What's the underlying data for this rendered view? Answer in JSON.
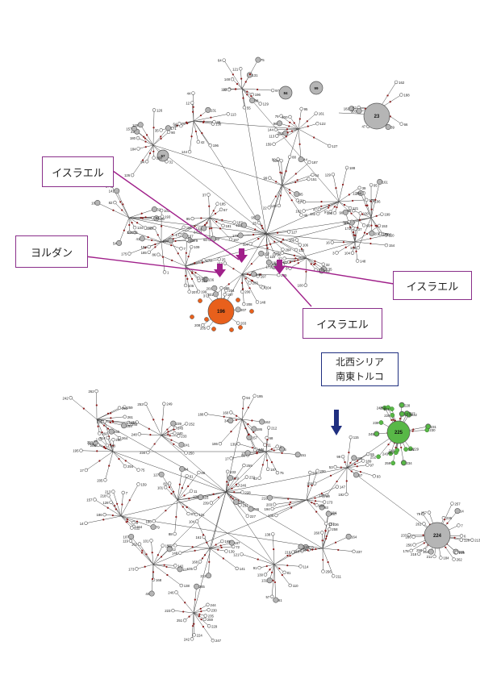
{
  "callouts": {
    "israel_1": "イスラエル",
    "jordan": "ヨルダン",
    "israel_2": "イスラエル",
    "israel_3": "イスラエル",
    "syria_turkey_line1": "北西シリア",
    "syria_turkey_line2": "南東トルコ"
  },
  "colors": {
    "orange_cluster": "#e8601c",
    "green_cluster": "#58b847",
    "gray_node": "#b5b5b5",
    "node_stroke": "#555555",
    "edge": "#444444",
    "junction": "#8b1a1a",
    "arrow_magenta": "#a0208a",
    "arrow_blue": "#1f2f80"
  },
  "hubs": {
    "top_gray_23": "23",
    "top_gray_84": "84",
    "top_gray_99": "99",
    "top_gray_57": "57",
    "orange_196": "196",
    "green_225": "225",
    "bottom_gray_224": "224"
  },
  "node_labels_top": [
    "173",
    "115",
    "132",
    "114",
    "25",
    "199",
    "109",
    "106",
    "284",
    "96",
    "95",
    "127",
    "161",
    "79",
    "200",
    "202",
    "159",
    "122",
    "144",
    "113",
    "44",
    "130",
    "42",
    "12",
    "26",
    "37",
    "35",
    "64",
    "131",
    "196",
    "75",
    "137",
    "40",
    "55",
    "88",
    "148",
    "129",
    "97",
    "121",
    "105",
    "47",
    "39",
    "66",
    "57",
    "162",
    "182",
    "188",
    "103",
    "175",
    "7",
    "179",
    "198",
    "41",
    "167",
    "185",
    "1",
    "181",
    "60",
    "123",
    "37",
    "67",
    "82",
    "167",
    "187",
    "64",
    "95",
    "99",
    "120",
    "46",
    "88",
    "99",
    "151",
    "22",
    "31",
    "126",
    "171",
    "90",
    "168",
    "126",
    "157",
    "184",
    "94",
    "180",
    "129",
    "17",
    "134",
    "193",
    "16",
    "54",
    "82",
    "32",
    "141",
    "135",
    "176",
    "162",
    "9",
    "183",
    "189",
    "51",
    "100",
    "172",
    "37",
    "104",
    "180",
    "16",
    "154",
    "90",
    "110",
    "148",
    "153",
    "3",
    "204",
    "205",
    "206",
    "208",
    "201",
    "203",
    "207",
    "197",
    "136",
    "86"
  ],
  "node_labels_bottom": [
    "246",
    "229",
    "259",
    "230",
    "226",
    "227",
    "228",
    "231",
    "232",
    "233",
    "234",
    "239",
    "240",
    "241",
    "243",
    "245",
    "248",
    "249",
    "250",
    "252",
    "253",
    "254",
    "225",
    "214",
    "195",
    "208",
    "205",
    "75",
    "17",
    "1",
    "5",
    "151",
    "80",
    "68",
    "43",
    "27",
    "212",
    "139",
    "187",
    "148",
    "72",
    "165",
    "161",
    "104",
    "105",
    "141",
    "168",
    "162",
    "107",
    "119",
    "117",
    "40",
    "101",
    "12",
    "138",
    "157",
    "173",
    "203",
    "147",
    "200",
    "210",
    "194",
    "191",
    "53",
    "99",
    "93",
    "97",
    "55",
    "192",
    "150",
    "185",
    "189",
    "57",
    "115",
    "138",
    "110",
    "121",
    "130",
    "114",
    "118",
    "91",
    "81",
    "61",
    "131",
    "116",
    "86",
    "87",
    "88",
    "101",
    "127",
    "94",
    "186",
    "11",
    "34",
    "195",
    "160",
    "171",
    "162",
    "188",
    "186",
    "157",
    "159",
    "128",
    "14",
    "213",
    "7",
    "6",
    "79",
    "164",
    "218",
    "211",
    "178",
    "184",
    "219",
    "237",
    "236",
    "256",
    "257",
    "258",
    "260",
    "261",
    "262",
    "255",
    "259",
    "263",
    "264",
    "265",
    "242",
    "244",
    "247",
    "251",
    "235",
    "223",
    "224"
  ]
}
